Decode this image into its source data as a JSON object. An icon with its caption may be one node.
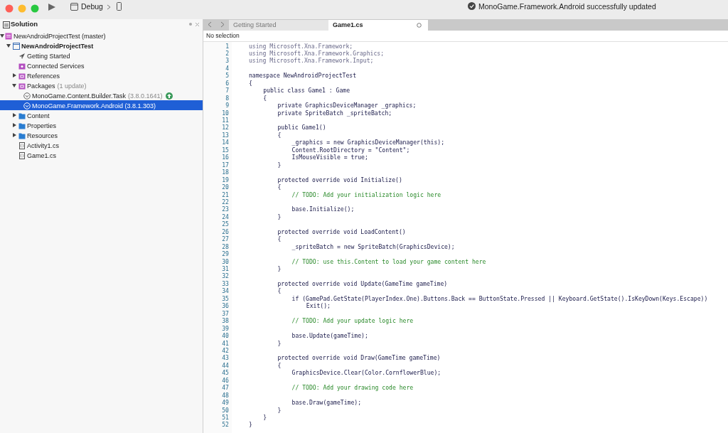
{
  "diagram": {
    "labels": [
      "Debug",
      "MonoGame.Framework.Android successfully updated",
      "Solution",
      "NewAndroidProjectTest (master)",
      "NewAndroidProjectTest",
      "Getting Started",
      "Connected Services",
      "References",
      "Packages",
      "(1 update)",
      "MonoGame.Content.Builder.Task",
      "(3.8.0.1641)",
      "MonoGame.Framework.Android (3.8.1.303)",
      "Content",
      "Properties",
      "Resources",
      "Activity1.cs",
      "Game1.cs",
      "Getting Started",
      "Game1.cs",
      "No selection",
      "1",
      "using Microsoft.Xna.Framework;",
      "2",
      "using Microsoft.Xna.Framework.Graphics;",
      "3",
      "using Microsoft.Xna.Framework.Input;",
      "4",
      "5",
      "namespace NewAndroidProjectTest",
      "6",
      "{",
      "7",
      "public class Game1 : Game",
      "8",
      "{",
      "9",
      "private GraphicsDeviceManager _graphics;",
      "10",
      "private SpriteBatch _spriteBatch;",
      "11",
      "12",
      "public Game1()",
      "13",
      "{",
      "14",
      "_graphics = new GraphicsDeviceManager(this);",
      "15",
      "Content.RootDirectory = \"Content\";",
      "16",
      "IsMouseVisible = true;",
      "17",
      "}",
      "18",
      "19",
      "protected override void Initialize()",
      "20",
      "{",
      "21",
      "// TODO: Add your initialization logic here",
      "22",
      "23",
      "base.Initialize();",
      "24",
      "}",
      "25",
      "26",
      "protected override void LoadContent()",
      "27",
      "{",
      "28",
      "_spriteBatch = new SpriteBatch(GraphicsDevice);",
      "29",
      "30",
      "// TODO: use this.Content to load your game content here",
      "31",
      "}",
      "32",
      "33",
      "protected override void Update(GameTime gameTime)",
      "34",
      "{",
      "35",
      "if (GamePad.GetState(PlayerIndex.One).Buttons.Back == ButtonState.Pressed || Keyboard.GetState().IsKeyDown(Keys.Escape))",
      "36",
      "Exit();",
      "37",
      "38",
      "// TODO: Add your update logic here",
      "39",
      "40",
      "base.Update(gameTime);",
      "41",
      "}",
      "42",
      "43",
      "protected override void Draw(GameTime gameTime)",
      "44",
      "{",
      "45",
      "GraphicsDevice.Clear(Color.CornflowerBlue);",
      "46",
      "47",
      "// TODO: Add your drawing code here",
      "48",
      "49",
      "base.Draw(gameTime);",
      "50",
      "}",
      "51",
      "}",
      "52",
      "}"
    ]
  }
}
